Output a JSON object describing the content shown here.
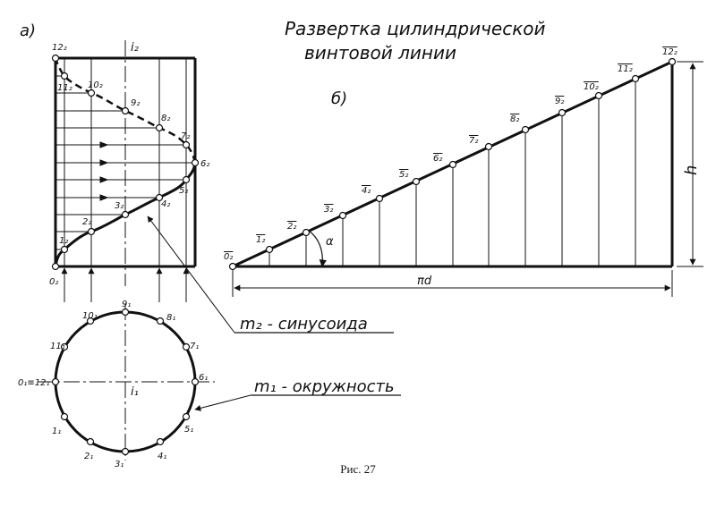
{
  "title_line1": "Развертка цилиндрической",
  "title_line2": "винтовой линии",
  "panel_a": "а)",
  "panel_b": "б)",
  "axis_front": "i₂",
  "axis_top": "i₁",
  "front_points": [
    "0₂",
    "1₂",
    "2₂",
    "3₂",
    "4₂",
    "5₂",
    "6₂",
    "7₂",
    "8₂",
    "9₂",
    "10₂",
    "11₂",
    "12₂"
  ],
  "circle_points": [
    "0₁≡12₁",
    "1₁",
    "2₁",
    "3₁",
    "4₁",
    "5₁",
    "6₁",
    "7₁",
    "8₁",
    "9₁",
    "10₁",
    "11₁"
  ],
  "dev_points": [
    "0₂",
    "1₂",
    "2₂",
    "3₂",
    "4₂",
    "5₂",
    "6₂",
    "7₂",
    "8₂",
    "9₂",
    "10₂",
    "11₂",
    "12₂"
  ],
  "alpha": "α",
  "h_label": "h",
  "pi_d_label": "πd",
  "m2_label": "m₂ - синусоида",
  "m1_label": "m₁ - окружность",
  "caption": "Рис. 27"
}
